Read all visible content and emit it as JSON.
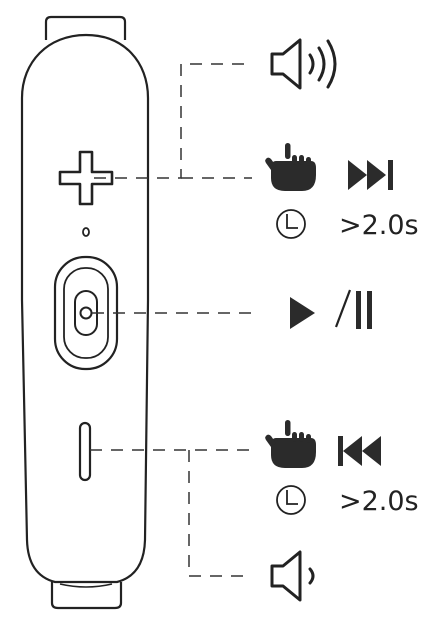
{
  "colors": {
    "stroke": "#222222",
    "icon_fill": "#2b2b2b",
    "background": "#ffffff"
  },
  "controls": {
    "volume_up": {
      "button_icon": "plus-icon",
      "functions": [
        {
          "action": "short-press",
          "result_icon": "volume-up-icon"
        },
        {
          "action": "press-and-hold",
          "result_icon": "next-track-icon",
          "hold_label": ">2.0s"
        }
      ]
    },
    "play_pause": {
      "button_icon": "multifunction-button-icon",
      "functions": [
        {
          "action": "press",
          "result_icon": "play-pause-icon"
        }
      ]
    },
    "volume_down": {
      "button_icon": "minus-icon",
      "functions": [
        {
          "action": "press-and-hold",
          "result_icon": "previous-track-icon",
          "hold_label": ">2.0s"
        },
        {
          "action": "short-press",
          "result_icon": "volume-down-icon"
        }
      ]
    }
  }
}
